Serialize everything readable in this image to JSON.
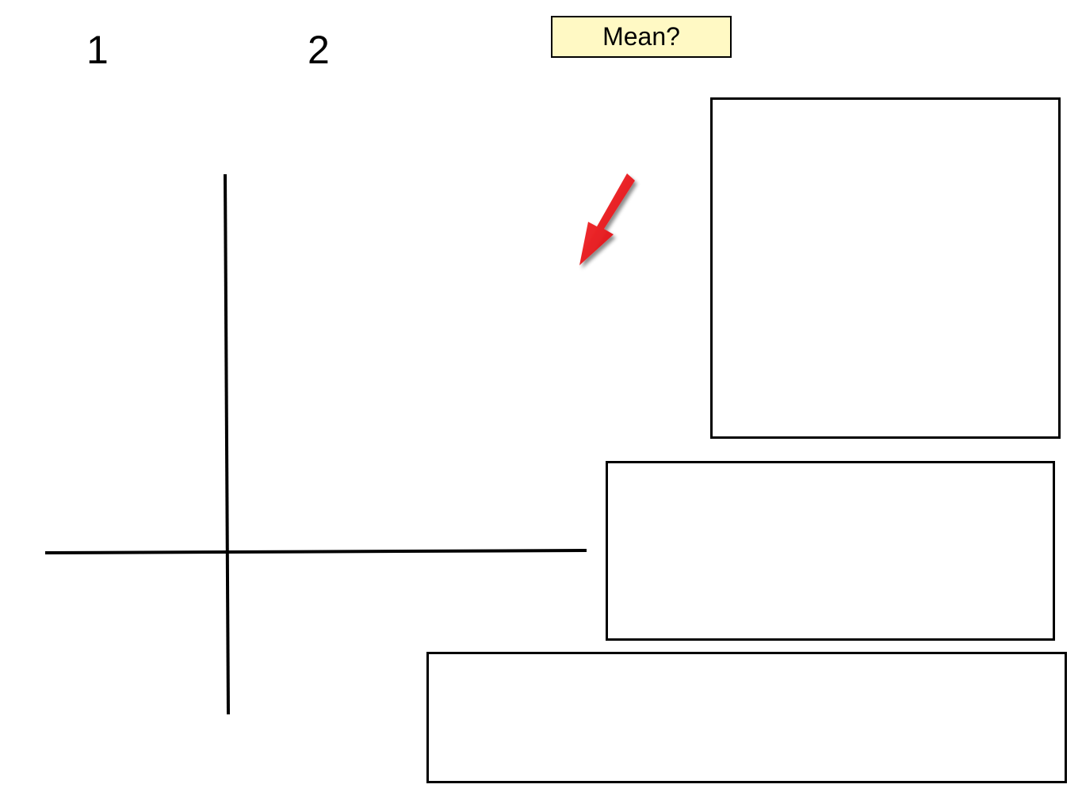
{
  "labels": {
    "left_number": "1",
    "right_number": "2"
  },
  "mean_button": {
    "label": "Mean?",
    "background": "#fff9c4"
  },
  "arrow": {
    "icon": "red-arrow-icon",
    "color": "#e8141b"
  },
  "answer_boxes": [
    {
      "name": "answer-box-top-right",
      "text": ""
    },
    {
      "name": "answer-box-middle",
      "text": ""
    },
    {
      "name": "answer-box-bottom",
      "text": ""
    }
  ]
}
